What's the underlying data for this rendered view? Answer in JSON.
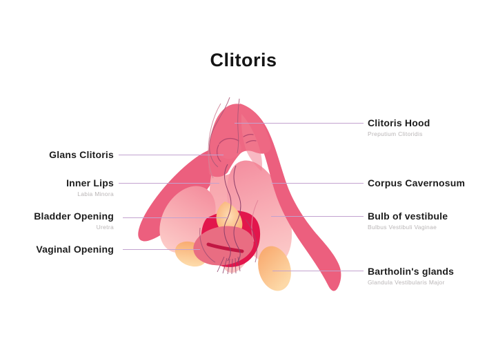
{
  "title": "Clitoris",
  "labels": {
    "left": [
      {
        "label": "Glans Clitoris",
        "sub": ""
      },
      {
        "label": "Inner Lips",
        "sub": "Labia Minora"
      },
      {
        "label": "Bladder Opening",
        "sub": "Uretra"
      },
      {
        "label": "Vaginal Opening",
        "sub": ""
      }
    ],
    "right": [
      {
        "label": "Clitoris Hood",
        "sub": "Preputium Clitoridis"
      },
      {
        "label": "Corpus Cavernosum",
        "sub": ""
      },
      {
        "label": "Bulb of vestibule",
        "sub": "Bulbus Vestibuli Vaginae"
      },
      {
        "label": "Bartholin's glands",
        "sub": "Glandula Vestibularis Major"
      }
    ]
  },
  "colors": {
    "background": "#ffffff",
    "title_text": "#141414",
    "label_text": "#1c1c1c",
    "subtitle_text": "#b9b5b6",
    "connector_line": "#c2a2cf",
    "rose_dark": "#ec5f7e",
    "rose_hood": "#ee6883",
    "pink_light": "#f79fa9",
    "pink_lighter": "#fccbc8",
    "red_deep": "#e2164c",
    "oval_rose": "#e96d82",
    "slit_red": "#c11743",
    "orange": "#f8a468",
    "orange_light": "#fdd9a8",
    "urethra_line": "#8d3f69"
  }
}
